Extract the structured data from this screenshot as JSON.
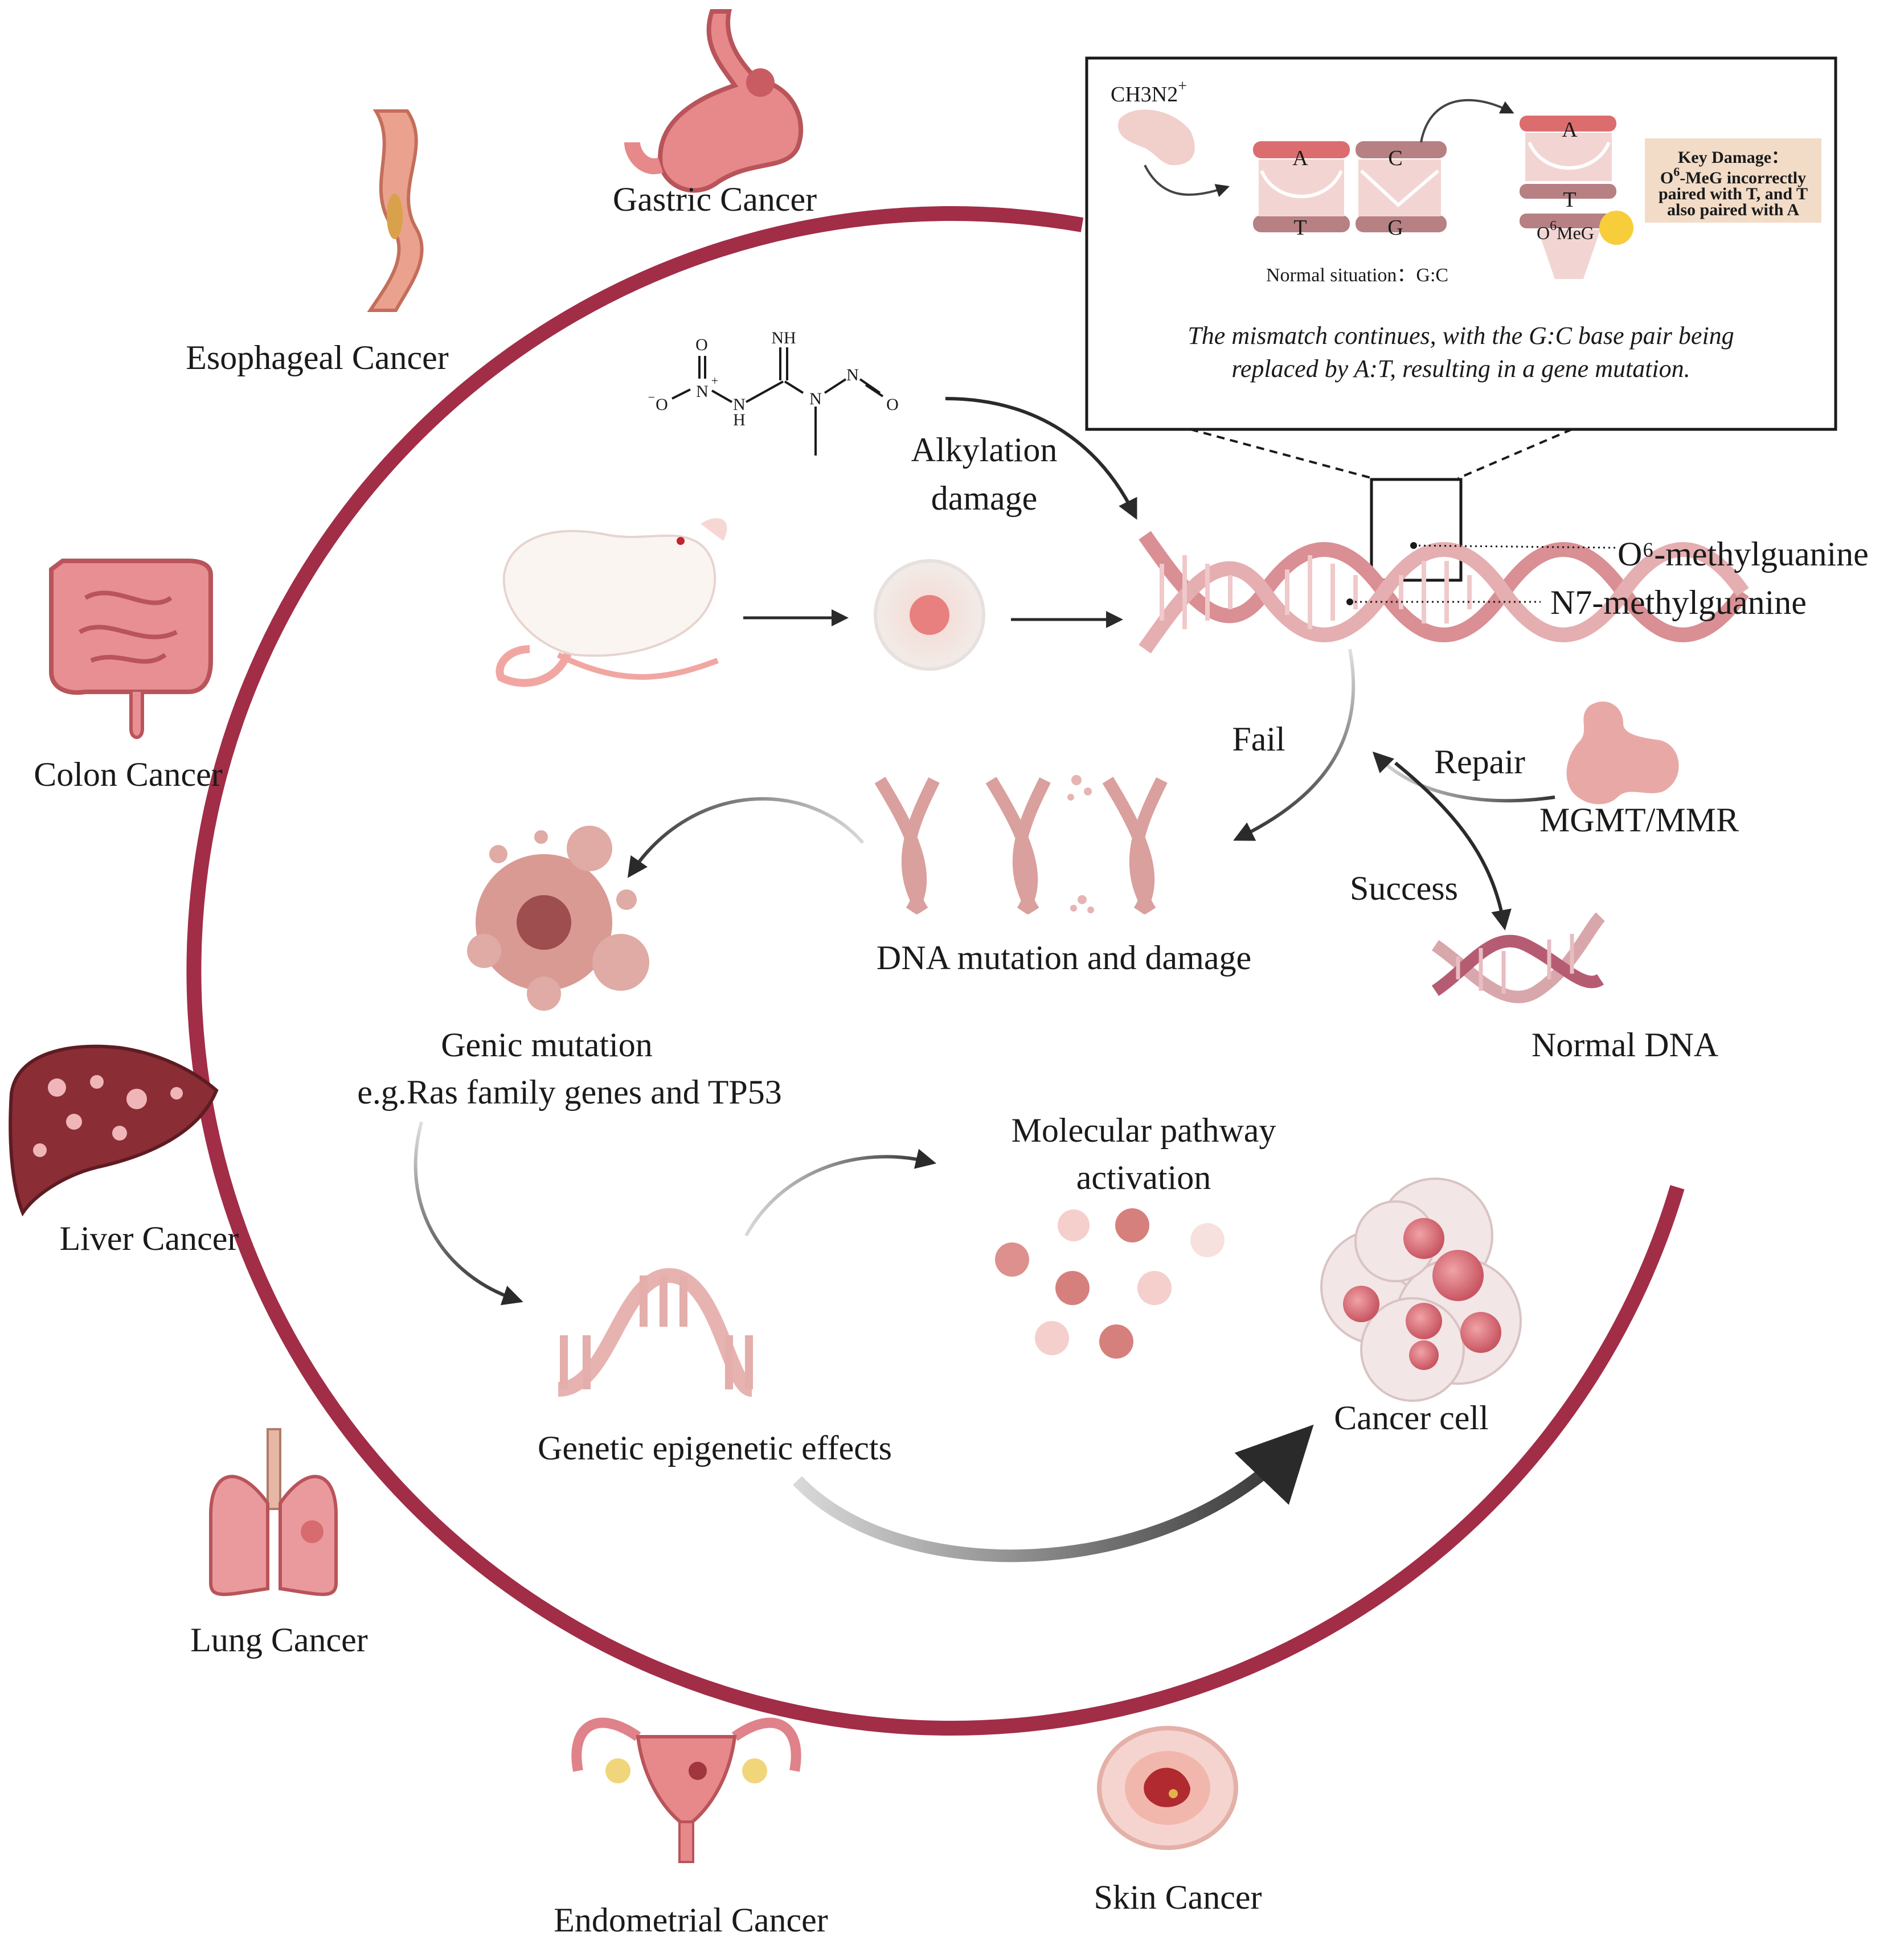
{
  "organs": {
    "gastric": "Gastric Cancer",
    "esophageal": "Esophageal Cancer",
    "colon": "Colon Cancer",
    "liver": "Liver Cancer",
    "lung": "Lung Cancer",
    "endometrial": "Endometrial Cancer",
    "skin": "Skin Cancer"
  },
  "process": {
    "alkylation_line1": "Alkylation",
    "alkylation_line2": "damage",
    "o6": "O⁶-methylguanine",
    "n7": "N7-methylguanine",
    "fail": "Fail",
    "repair": "Repair",
    "mgmt": "MGMT/MMR",
    "success": "Success",
    "normal_dna": "Normal DNA",
    "dna_mutation": "DNA mutation and damage",
    "genic_line1": "Genic mutation",
    "genic_line2": "e.g.Ras family genes and TP53",
    "molecular_line1": "Molecular pathway",
    "molecular_line2": "activation",
    "epigenetic": "Genetic epigenetic effects",
    "cancer_cell": "Cancer cell"
  },
  "molecule": {
    "o_top": "O",
    "n_plus": "N",
    "plus": "+",
    "o_minus": "O",
    "minus": "−",
    "nh_top": "NH",
    "n_h": "N",
    "h": "H",
    "n_mid": "N",
    "n_right": "N",
    "o_right": "O"
  },
  "inset": {
    "reagent": "CH3N2",
    "reagent_sup": "+",
    "base_a": "A",
    "base_c": "C",
    "base_t": "T",
    "base_g": "G",
    "normal_situation": "Normal situation：G:C",
    "mut_a": "A",
    "mut_t": "T",
    "mut_o": "O",
    "mut_sup": "6",
    "mut_meg": "MeG",
    "key_title": "Key Damage：",
    "key_line1_o": "O",
    "key_line1_sup": "6",
    "key_line1_rest": "-MeG incorrectly",
    "key_line2": "paired with T, and T",
    "key_line3": "also paired with A",
    "note_line1": "The mismatch continues, with the G:C base pair being",
    "note_line2": "replaced by A:T, resulting in a gene mutation."
  },
  "colors": {
    "ring": "#a12d47",
    "dna": "#d98f93",
    "dna_light": "#f2cfd0",
    "dark_pink": "#c86b72"
  }
}
